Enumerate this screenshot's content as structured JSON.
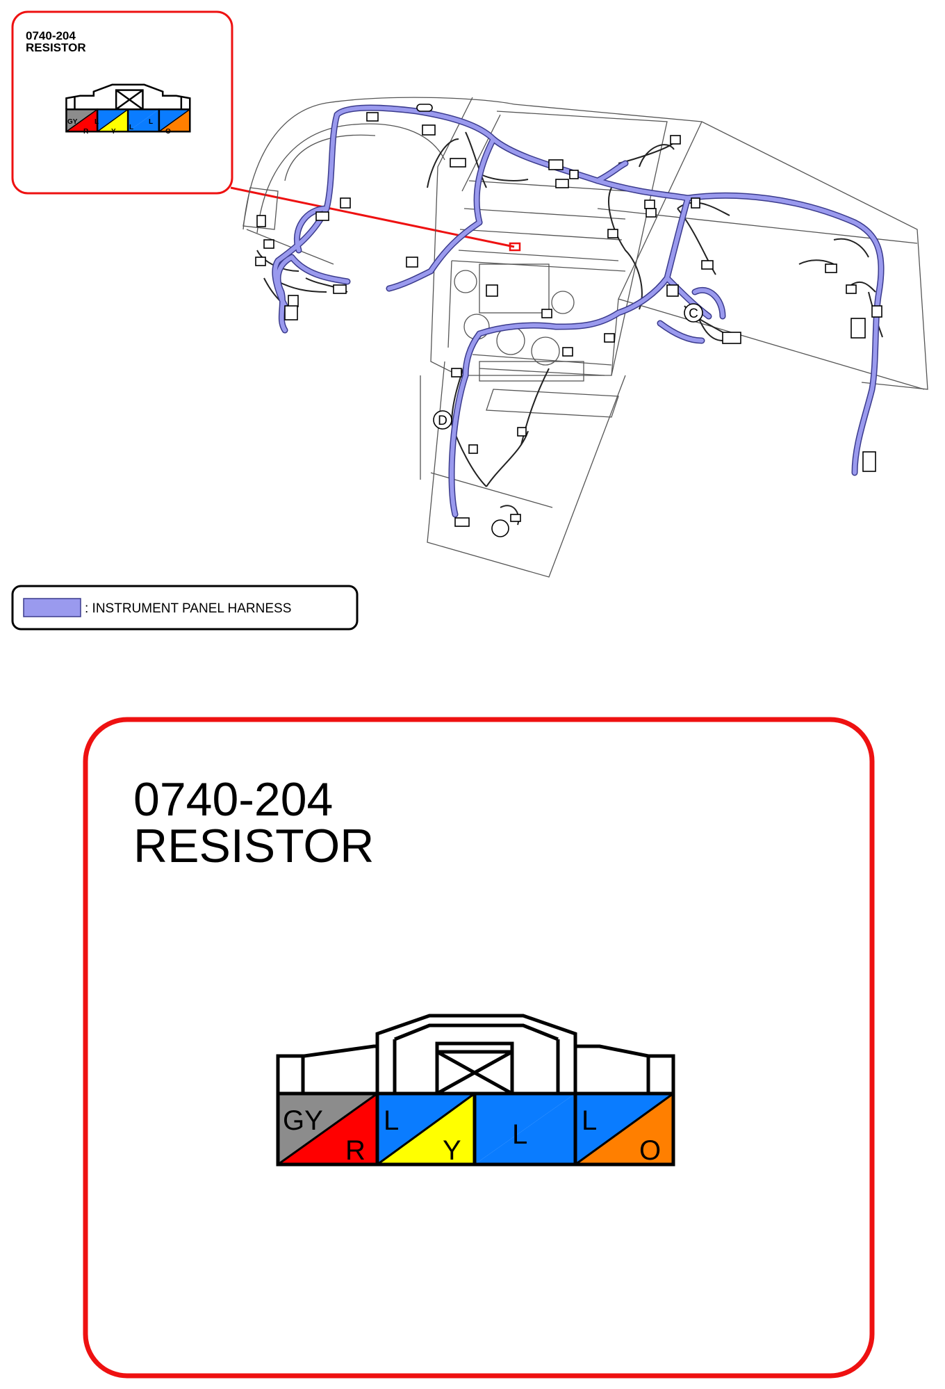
{
  "inset": {
    "code": "0740-204",
    "name": "RESISTOR",
    "pins": [
      {
        "top": "GY",
        "bottom": "R",
        "top_color": "#8c8c8c",
        "bottom_color": "#ff0000"
      },
      {
        "top": "L",
        "bottom": "Y",
        "top_color": "#0a7cff",
        "bottom_color": "#ffff00"
      },
      {
        "top": "",
        "bottom": "L",
        "top_color": "#0a7cff",
        "bottom_color": "#0a7cff"
      },
      {
        "top": "L",
        "bottom": "O",
        "top_color": "#0a7cff",
        "bottom_color": "#ff7f00"
      }
    ]
  },
  "legend": {
    "label": ": INSTRUMENT PANEL HARNESS",
    "swatch_color": "#9a9aee"
  },
  "callout_letters": {
    "c": "C",
    "d": "D"
  },
  "detail": {
    "code": "0740-204",
    "name": "RESISTOR"
  },
  "colors": {
    "frame_red": "#ee1111",
    "harness": "#9a9aee",
    "harness_outline": "#3a3a8c",
    "wire": "#222222",
    "body_line": "#555555"
  }
}
